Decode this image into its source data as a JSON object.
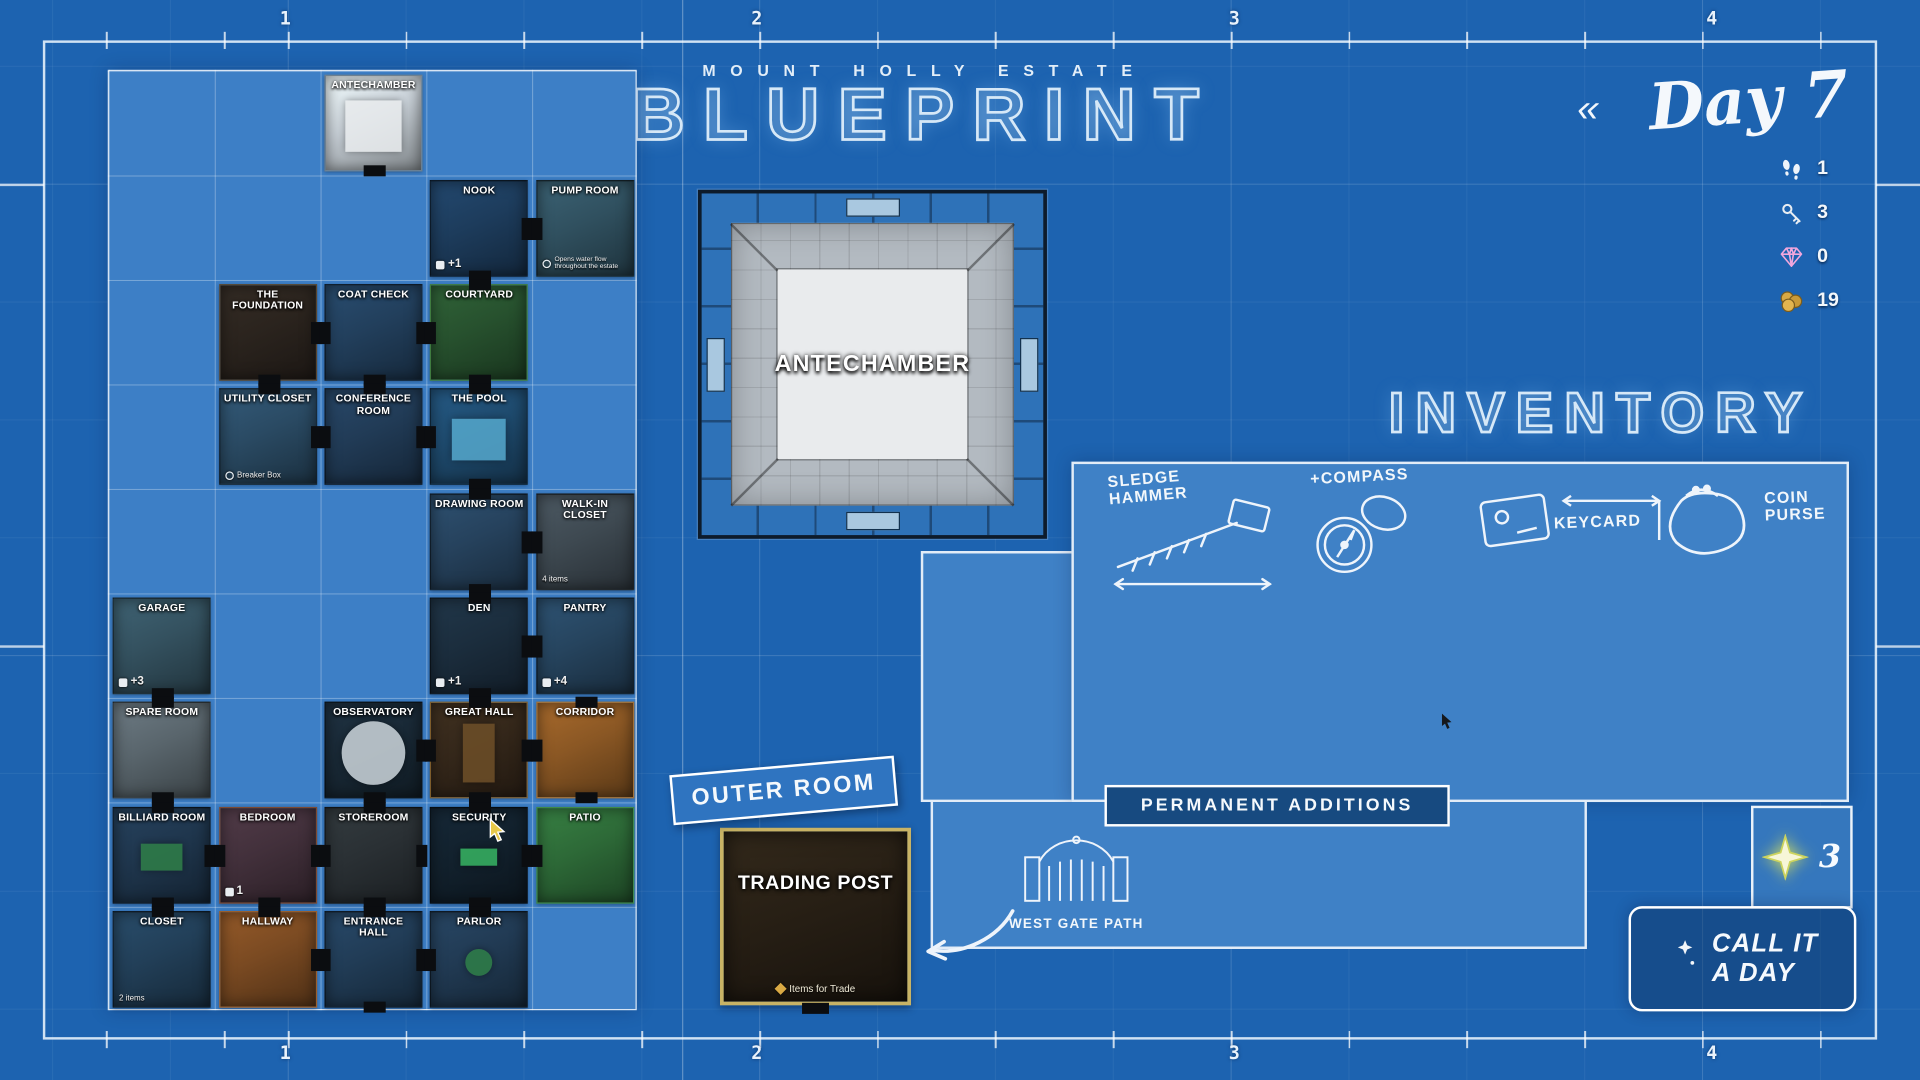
{
  "header": {
    "estate": "MOUNT HOLLY ESTATE",
    "title": "BLUEPRINT",
    "day_chevrons": "«",
    "day": "Day 7"
  },
  "stats": [
    {
      "icon": "footprints-icon",
      "value": "1"
    },
    {
      "icon": "key-icon",
      "value": "3"
    },
    {
      "icon": "gem-icon",
      "value": "0"
    },
    {
      "icon": "coins-icon",
      "value": "19"
    }
  ],
  "rulers": {
    "top": [
      "1",
      "2",
      "3",
      "4"
    ],
    "bottom": [
      "1",
      "2",
      "3",
      "4"
    ]
  },
  "map": {
    "rooms": [
      {
        "name": "ANTECHAMBER",
        "col": 3,
        "row": 0,
        "color": "#c7cfd6",
        "border": "#6e7f8c",
        "doors": [
          "s"
        ],
        "detail": {
          "shape": "rect",
          "color": "#e9ecee",
          "w": 46,
          "h": 42
        }
      },
      {
        "name": "NOOK",
        "col": 4,
        "row": 1,
        "color": "#1d3c5c",
        "doors": [
          "e",
          "s"
        ],
        "footer": {
          "icon": "chip",
          "text": "+1"
        }
      },
      {
        "name": "PUMP ROOM",
        "col": 5,
        "row": 1,
        "color": "#30505f",
        "doors": [
          "w"
        ],
        "footer": {
          "icon": "gear",
          "text": "Opens water flow throughout the estate"
        }
      },
      {
        "name": "THE FOUNDATION",
        "col": 2,
        "row": 2,
        "color": "#2b241e",
        "border": "#57452f",
        "doors": [
          "e",
          "s"
        ]
      },
      {
        "name": "COAT CHECK",
        "col": 3,
        "row": 2,
        "color": "#223f5c",
        "doors": [
          "w",
          "e",
          "s"
        ]
      },
      {
        "name": "COURTYARD",
        "col": 4,
        "row": 2,
        "color": "#27512e",
        "border": "#3f7b3f",
        "doors": [
          "n",
          "w",
          "s"
        ]
      },
      {
        "name": "UTILITY CLOSET",
        "col": 2,
        "row": 3,
        "color": "#2a4a63",
        "doors": [
          "n",
          "e"
        ],
        "footer": {
          "icon": "gear",
          "text": "Breaker Box"
        }
      },
      {
        "name": "CONFERENCE ROOM",
        "col": 3,
        "row": 3,
        "color": "#213b56",
        "doors": [
          "n",
          "w",
          "e"
        ]
      },
      {
        "name": "THE POOL",
        "col": 4,
        "row": 3,
        "color": "#1e4a6d",
        "doors": [
          "n",
          "w",
          "s"
        ],
        "detail": {
          "shape": "rect",
          "color": "#55a8cd",
          "w": 44,
          "h": 34
        }
      },
      {
        "name": "DRAWING ROOM",
        "col": 4,
        "row": 4,
        "color": "#26425d",
        "doors": [
          "n",
          "e",
          "s"
        ]
      },
      {
        "name": "WALK-IN CLOSET",
        "col": 5,
        "row": 4,
        "color": "#3e4951",
        "doors": [
          "w"
        ],
        "footer": {
          "text": "4 items"
        }
      },
      {
        "name": "GARAGE",
        "col": 1,
        "row": 5,
        "color": "#34515f",
        "doors": [
          "s"
        ],
        "footer": {
          "icon": "chip",
          "text": "+3"
        }
      },
      {
        "name": "DEN",
        "col": 4,
        "row": 5,
        "color": "#1b2d3d",
        "doors": [
          "n",
          "e",
          "s"
        ],
        "footer": {
          "icon": "chip",
          "text": "+1"
        }
      },
      {
        "name": "PANTRY",
        "col": 5,
        "row": 5,
        "color": "#26445e",
        "doors": [
          "w"
        ],
        "footer": {
          "icon": "chip",
          "text": "+4"
        }
      },
      {
        "name": "SPARE ROOM",
        "col": 1,
        "row": 6,
        "color": "#59656c",
        "doors": [
          "n",
          "s"
        ]
      },
      {
        "name": "OBSERVATORY",
        "col": 3,
        "row": 6,
        "color": "#192936",
        "doors": [
          "e",
          "s"
        ],
        "detail": {
          "shape": "circle",
          "color": "#cdd6dc",
          "w": 52,
          "h": 52
        }
      },
      {
        "name": "GREAT HALL",
        "col": 4,
        "row": 6,
        "color": "#34271a",
        "border": "#7d5c2b",
        "doors": [
          "n",
          "w",
          "e",
          "s"
        ],
        "detail": {
          "shape": "rect",
          "color": "#6e4f28",
          "w": 26,
          "h": 48
        }
      },
      {
        "name": "CORRIDOR",
        "col": 5,
        "row": 6,
        "color": "#8a5724",
        "border": "#a77030",
        "doors": [
          "n",
          "w",
          "s"
        ]
      },
      {
        "name": "BILLIARD ROOM",
        "col": 1,
        "row": 7,
        "color": "#1f364d",
        "doors": [
          "n",
          "e",
          "s"
        ],
        "detail": {
          "shape": "rect",
          "color": "#2f7f48",
          "w": 34,
          "h": 22
        }
      },
      {
        "name": "BEDROOM",
        "col": 2,
        "row": 7,
        "color": "#42303b",
        "border": "#7c4a33",
        "doors": [
          "w",
          "e",
          "s"
        ],
        "footer": {
          "icon": "chip",
          "text": "1"
        }
      },
      {
        "name": "STOREROOM",
        "col": 3,
        "row": 7,
        "color": "#2a3034",
        "doors": [
          "n",
          "w",
          "e",
          "s"
        ]
      },
      {
        "name": "SECURITY",
        "col": 4,
        "row": 7,
        "color": "#12212d",
        "doors": [
          "n",
          "e",
          "s"
        ],
        "detail": {
          "shape": "rect",
          "color": "#37b563",
          "w": 30,
          "h": 14
        }
      },
      {
        "name": "PATIO",
        "col": 5,
        "row": 7,
        "color": "#2d6937",
        "border": "#3f8a49",
        "doors": [
          "w"
        ]
      },
      {
        "name": "CLOSET",
        "col": 1,
        "row": 8,
        "color": "#223f58",
        "doors": [
          "n"
        ],
        "footer": {
          "text": "2 items"
        }
      },
      {
        "name": "HALLWAY",
        "col": 2,
        "row": 8,
        "color": "#7a4a22",
        "border": "#9a5f2c",
        "doors": [
          "n",
          "e"
        ]
      },
      {
        "name": "ENTRANCE HALL",
        "col": 3,
        "row": 8,
        "color": "#213c56",
        "doors": [
          "n",
          "w",
          "e",
          "s"
        ]
      },
      {
        "name": "PARLOR",
        "col": 4,
        "row": 8,
        "color": "#213a53",
        "doors": [
          "n",
          "w"
        ],
        "detail": {
          "shape": "circle",
          "color": "#2f7f48",
          "w": 22,
          "h": 22
        }
      }
    ]
  },
  "viewer": {
    "label": "ANTECHAMBER"
  },
  "inventory": {
    "title": "INVENTORY",
    "items": [
      {
        "name": "SLEDGE HAMMER",
        "icon": "sledgehammer-icon"
      },
      {
        "name": "+COMPASS",
        "icon": "compass-icon"
      },
      {
        "name": "KEYCARD",
        "icon": "keycard-icon"
      },
      {
        "name": "COIN PURSE",
        "icon": "coin-purse-icon"
      }
    ]
  },
  "permanent_additions": {
    "label": "PERMANENT ADDITIONS",
    "entries": [
      {
        "name": "WEST GATE PATH",
        "icon": "gate-icon"
      }
    ]
  },
  "outer_room": {
    "tag": "OUTER ROOM",
    "room": {
      "name": "TRADING POST",
      "footer": "Items for Trade",
      "color": "#261e14",
      "border": "#c8b365"
    }
  },
  "star_counter": {
    "value": "3"
  },
  "end_day": {
    "line1": "CALL IT",
    "line2": "A DAY"
  }
}
